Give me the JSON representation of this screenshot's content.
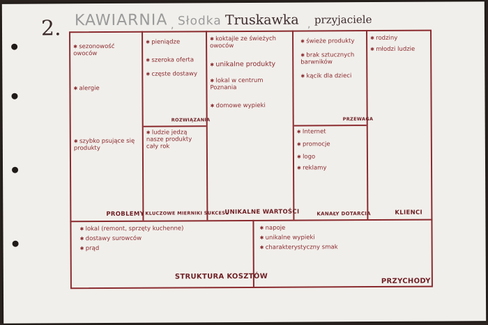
{
  "header": {
    "number": "2.",
    "title_kawiarnia": "KAWIARNIA",
    "title_slodka": "Słodka",
    "title_truskawka": "Truskawka",
    "title_przyjaciele": "przyjaciele"
  },
  "canvas": {
    "partners": {
      "label": "PROBLEMY",
      "items": [
        "sezonowość owoców",
        "alergie",
        "szybko psujące się produkty"
      ]
    },
    "activities": {
      "label": "ROZWIĄZANIA",
      "items": [
        "pieniądze",
        "szeroka oferta",
        "częste dostawy"
      ]
    },
    "metrics": {
      "label": "KLUCZOWE MIERNIKI SUKCESU",
      "items": [
        "ludzie jedzą nasze produkty cały rok"
      ]
    },
    "value": {
      "label": "UNIKALNE WARTOŚCI",
      "items": [
        "koktajle ze świeżych owoców",
        "unikalne produkty",
        "lokal w centrum Poznania",
        "domowe wypieki"
      ]
    },
    "advantage": {
      "label": "PRZEWAGA",
      "items": [
        "świeże produkty",
        "brak sztucznych barwników",
        "kącik dla dzieci"
      ]
    },
    "channels": {
      "label": "KANAŁY DOTARCIA",
      "items": [
        "Internet",
        "promocje",
        "logo",
        "reklamy"
      ]
    },
    "segments": {
      "label": "KLIENCI",
      "items": [
        "rodziny",
        "młodzi ludzie"
      ]
    },
    "costs": {
      "label": "STRUKTURA KOSZTÓW",
      "items": [
        "lokal (remont, sprzęty kuchenne)",
        "dostawy surowców",
        "prąd"
      ]
    },
    "revenue": {
      "label": "PRZYCHODY",
      "items": [
        "napoje",
        "unikalne wypieki",
        "charakterystyczny smak"
      ]
    }
  }
}
